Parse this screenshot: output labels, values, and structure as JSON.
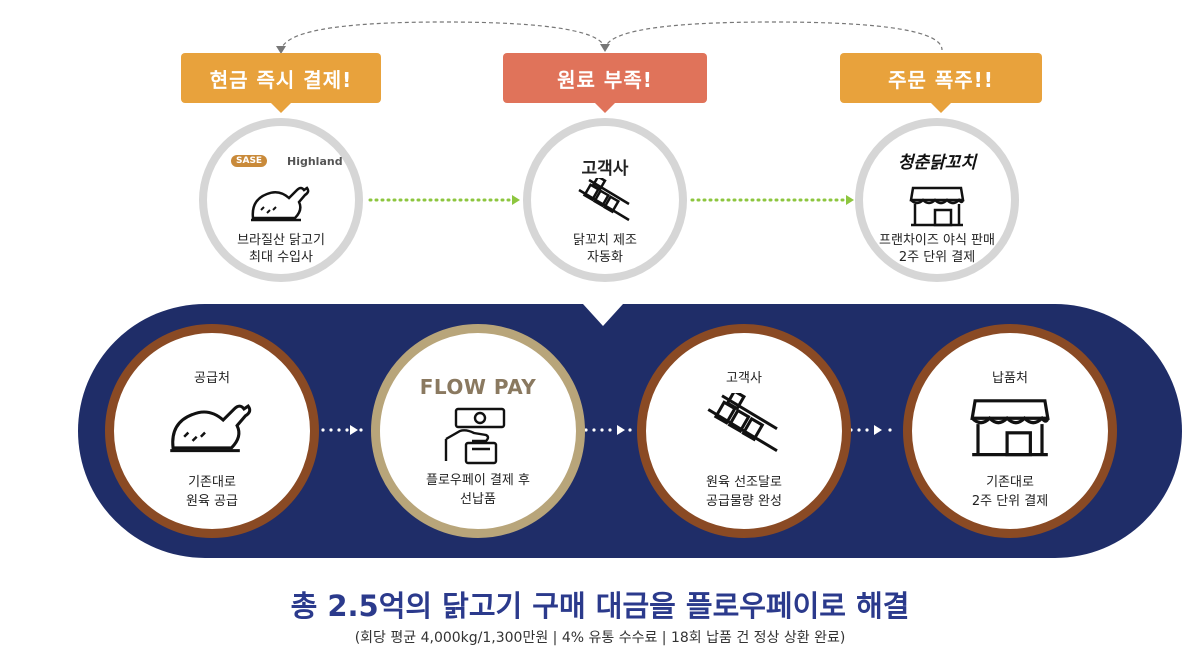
{
  "top": {
    "tags": [
      "현금 즉시 결제!",
      "원료 부족!",
      "주문 폭주!!"
    ],
    "colors": {
      "orange": "#e8a23c",
      "red": "#e0735a",
      "gray_ring": "#d6d6d6"
    },
    "left": {
      "logo_1": "SASE",
      "logo_2": "Highland",
      "icon": "chicken-icon",
      "caption": [
        "브라질산 닭고기",
        "최대 수입사"
      ]
    },
    "center": {
      "label": "고객사",
      "icon": "skewer-icon",
      "caption": [
        "닭꼬치 제조",
        "자동화"
      ]
    },
    "right": {
      "logo": "청춘닭꼬치",
      "icon": "storefront-icon",
      "caption": [
        "프랜차이즈 야식 판매",
        "2주 단위 결제"
      ]
    }
  },
  "band": {
    "colors": {
      "navy": "#1f2d68",
      "brown": "#8a4a24",
      "gold": "#b8a57a"
    },
    "steps": [
      {
        "title": "공급처",
        "icon": "chicken-icon",
        "caption": [
          "기존대로",
          "원육 공급"
        ]
      },
      {
        "title": "FLOW PAY",
        "icon": "payment-hand-icon",
        "caption": [
          "플로우페이 결제 후",
          "선납품"
        ]
      },
      {
        "title": "고객사",
        "icon": "skewer-icon",
        "caption": [
          "원육 선조달로",
          "공급물량 완성"
        ]
      },
      {
        "title": "납품처",
        "icon": "storefront-icon",
        "caption": [
          "기존대로",
          "2주 단위 결제"
        ]
      }
    ]
  },
  "headline": "총 2.5억의 닭고기 구매 대금을 플로우페이로 해결",
  "subline": "(회당 평균 4,000kg/1,300만원 | 4% 유통 수수료 | 18회 납품 건 정상 상환 완료)"
}
